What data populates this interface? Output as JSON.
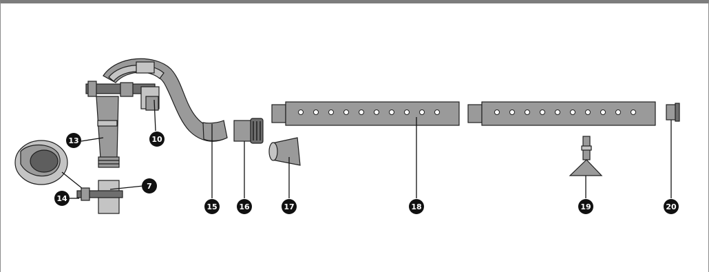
{
  "callouts": {
    "n7": "7",
    "n10": "10",
    "n13": "13",
    "n14": "14",
    "n15": "15",
    "n16": "16",
    "n17": "17",
    "n18": "18",
    "n19": "19",
    "n20": "20"
  },
  "colors": {
    "frame": "#7d7d7d",
    "part": "#9a9a9a",
    "part_light": "#c4c4c4",
    "outline": "#1e1e1e",
    "callout_fill": "#111111"
  }
}
